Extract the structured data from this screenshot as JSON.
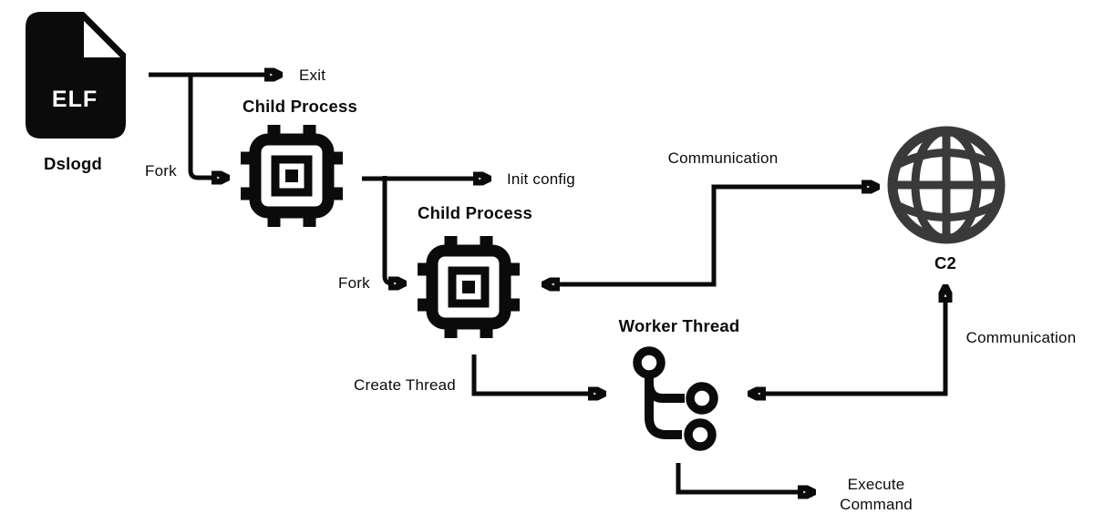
{
  "diagram": {
    "description": "Dslogd malware execution flow diagram",
    "nodes": {
      "elf": {
        "badge": "ELF",
        "label": "Dslogd",
        "icon": "file-icon"
      },
      "child_process_1": {
        "label": "Child Process",
        "icon": "chip-icon"
      },
      "child_process_2": {
        "label": "Child Process",
        "icon": "chip-icon"
      },
      "worker_thread": {
        "label": "Worker Thread",
        "icon": "git-branch-icon"
      },
      "c2": {
        "label": "C2",
        "icon": "globe-icon"
      }
    },
    "edges": {
      "exit": "Exit",
      "fork_1": "Fork",
      "init_config": "Init config",
      "fork_2": "Fork",
      "communication_top": "Communication",
      "communication_right": "Communication",
      "create_thread": "Create Thread",
      "execute_line1": "Execute",
      "execute_line2": "Command"
    },
    "colors": {
      "ink": "#0b0b0b",
      "globe": "#3a3a3a",
      "background": "#ffffff"
    }
  }
}
